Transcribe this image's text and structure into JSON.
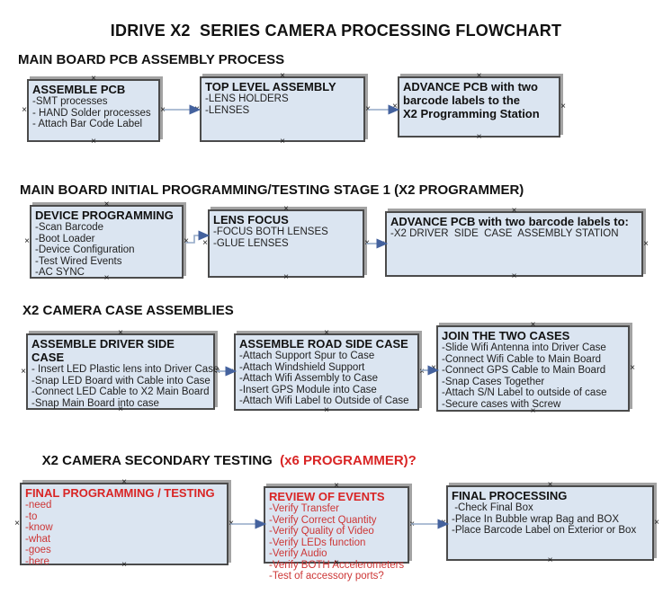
{
  "page_title": "IDRIVE X2  SERIES CAMERA PROCESSING FLOWCHART",
  "anchor_glyph": "×",
  "colors": {
    "box_fill": "#dbe5f1",
    "box_border": "#4b4b4b",
    "box_shadow": "#a3a3a3",
    "arrow_line": "#93a9c7",
    "arrow_head": "#44629e",
    "red_text": "#d92525",
    "black_text": "#111111"
  },
  "sections": [
    {
      "heading": "MAIN BOARD PCB ASSEMBLY PROCESS",
      "boxes": [
        {
          "title": "ASSEMBLE PCB",
          "items": [
            "-SMT processes",
            "- HAND Solder processes",
            "- Attach Bar Code Label"
          ]
        },
        {
          "title": "TOP LEVEL ASSEMBLY",
          "items": [
            "-LENS HOLDERS",
            "-LENSES"
          ]
        },
        {
          "title": "ADVANCE PCB with two\nbarcode labels to the\n X2 Programming Station",
          "items": []
        }
      ]
    },
    {
      "heading": "MAIN BOARD INITIAL PROGRAMMING/TESTING STAGE 1 (X2 PROGRAMMER)",
      "boxes": [
        {
          "title": "DEVICE PROGRAMMING",
          "items": [
            "-Scan Barcode",
            "-Boot Loader",
            "-Device Configuration",
            "-Test Wired Events",
            "-AC SYNC"
          ]
        },
        {
          "title": "LENS FOCUS",
          "items": [
            "-FOCUS BOTH LENSES",
            "-GLUE LENSES"
          ]
        },
        {
          "title": "ADVANCE PCB with two barcode labels to:",
          "items": [
            "-X2 DRIVER  SIDE  CASE  ASSEMBLY STATION"
          ]
        }
      ]
    },
    {
      "heading": "X2 CAMERA CASE ASSEMBLIES",
      "boxes": [
        {
          "title": "ASSEMBLE DRIVER SIDE CASE",
          "items": [
            "- Insert LED Plastic lens into Driver Case",
            "-Snap LED Board with Cable into Case",
            "-Connect LED Cable to X2 Main Board",
            "-Snap Main Board into case"
          ]
        },
        {
          "title": "ASSEMBLE ROAD SIDE CASE",
          "items": [
            "-Attach Support Spur to Case",
            "-Attach Windshield Support",
            "-Attach Wifi Assembly to Case",
            "-Insert GPS Module into Case",
            "-Attach Wifi Label to Outside of Case"
          ]
        },
        {
          "title": "JOIN THE TWO CASES",
          "items": [
            "-Slide Wifi Antenna into Driver Case",
            "-Connect Wifi Cable to Main Board",
            "-Connect GPS Cable to Main Board",
            "-Snap Cases Together",
            "-Attach S/N Label to outside of case",
            "-Secure cases with Screw"
          ]
        }
      ]
    },
    {
      "heading_black": "X2 CAMERA SECONDARY TESTING  ",
      "heading_red": "(x6 PROGRAMMER)?",
      "boxes": [
        {
          "title": "FINAL PROGRAMMING / TESTING",
          "items": [
            "-need",
            "-to",
            "-know",
            "-what",
            "-goes",
            "-here"
          ]
        },
        {
          "title": "REVIEW OF EVENTS",
          "items": [
            "-Verify Transfer",
            "-Verify Correct Quantity",
            "-Verify Quality of Video",
            "-Verify LEDs function",
            "-Verify Audio",
            "-Verify BOTH Accelerometers",
            "-Test of accessory ports?"
          ]
        },
        {
          "title": "FINAL PROCESSING",
          "items": [
            " -Check Final Box",
            "-Place In Bubble wrap Bag and BOX",
            "-Place Barcode Label on Exterior or Box"
          ]
        }
      ]
    }
  ]
}
